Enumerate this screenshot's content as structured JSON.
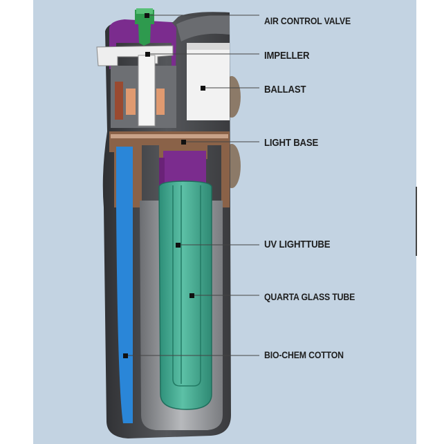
{
  "title": "UV sterilizer filter cutaway diagram",
  "labels": {
    "air_control_valve": "AIR CONTROL VALVE",
    "impeller": "IMPELLER",
    "ballast": "BALLAST",
    "light_base": "LIGHT BASE",
    "uv_lighttube": "UV LIGHTTUBE",
    "quarta_glass_tube": "QUARTA GLASS TUBE",
    "bio_chem_cotton": "BIO-CHEM COTTON"
  },
  "colors": {
    "background": "#c3d3e2",
    "shell": "#4a4c50",
    "valve": "#2e9a4e",
    "cap": "#7b2c8e",
    "copper": "#d88a5a",
    "brown": "#8a6248",
    "cotton": "#2a86d8",
    "tube": "#3ea890"
  }
}
